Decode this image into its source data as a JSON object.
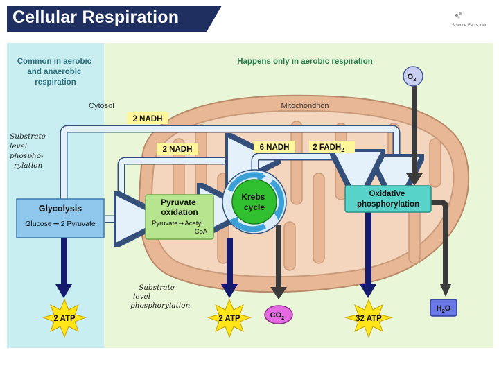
{
  "title": "Cellular Respiration",
  "logo_text": "Science Facts .net",
  "regions": {
    "common": "Common in aerobic and anaerobic respiration",
    "common_lines": [
      "Common in aerobic",
      "and anaerobic",
      "respiration"
    ],
    "aerobic_only": "Happens only in aerobic respiration",
    "cytosol": "Cytosol",
    "mitochondrion": "Mitochondrion"
  },
  "boxes": {
    "glycolysis": {
      "title": "Glycolysis",
      "reaction_from": "Glucose",
      "reaction_to": "2 Pyruvate"
    },
    "pyruvate_oxidation": {
      "title_lines": [
        "Pyruvate",
        "oxidation"
      ],
      "reaction_from": "Pyruvate",
      "reaction_to": "Acetyl",
      "reaction_to_2": "CoA"
    },
    "krebs": {
      "title_lines": [
        "Krebs",
        "cycle"
      ]
    },
    "oxidative": {
      "title_lines": [
        "Oxidative",
        "phosphorylation"
      ]
    }
  },
  "carriers": {
    "nadh_glycolysis": "2 NADH",
    "nadh_pyruvate": "2 NADH",
    "nadh_krebs": "6 NADH",
    "fadh_krebs": "2 FADH",
    "fadh_subscript": "2"
  },
  "molecules": {
    "o2": "O",
    "o2_sub": "2",
    "co2": "CO",
    "co2_sub": "2",
    "h2o_a": "H",
    "h2o_sub": "2",
    "h2o_b": "O"
  },
  "atp": {
    "glycolysis": "2 ATP",
    "krebs": "2 ATP",
    "oxidative": "32 ATP"
  },
  "handwritten": {
    "slp_left": [
      "Substrate",
      "level",
      "phospho-",
      "rylation"
    ],
    "slp_bottom": [
      "Substrate",
      "level",
      "phosphorylation"
    ]
  },
  "colors": {
    "title_bg": "#1f2f5f",
    "common_bg": "#c8eef2",
    "aerobic_bg": "#eaf6d8",
    "mito_outer": "#e8b795",
    "glycolysis_box": "#8fc6ec",
    "pyruvate_box": "#b7e58f",
    "krebs_circle": "#2fbf2f",
    "oxidative_box": "#58d3c9",
    "carrier_label": "#fff59a",
    "atp_star": "#ffe51a",
    "dark_arrow": "#141a6e",
    "grey_arrow": "#3a3a3a"
  }
}
